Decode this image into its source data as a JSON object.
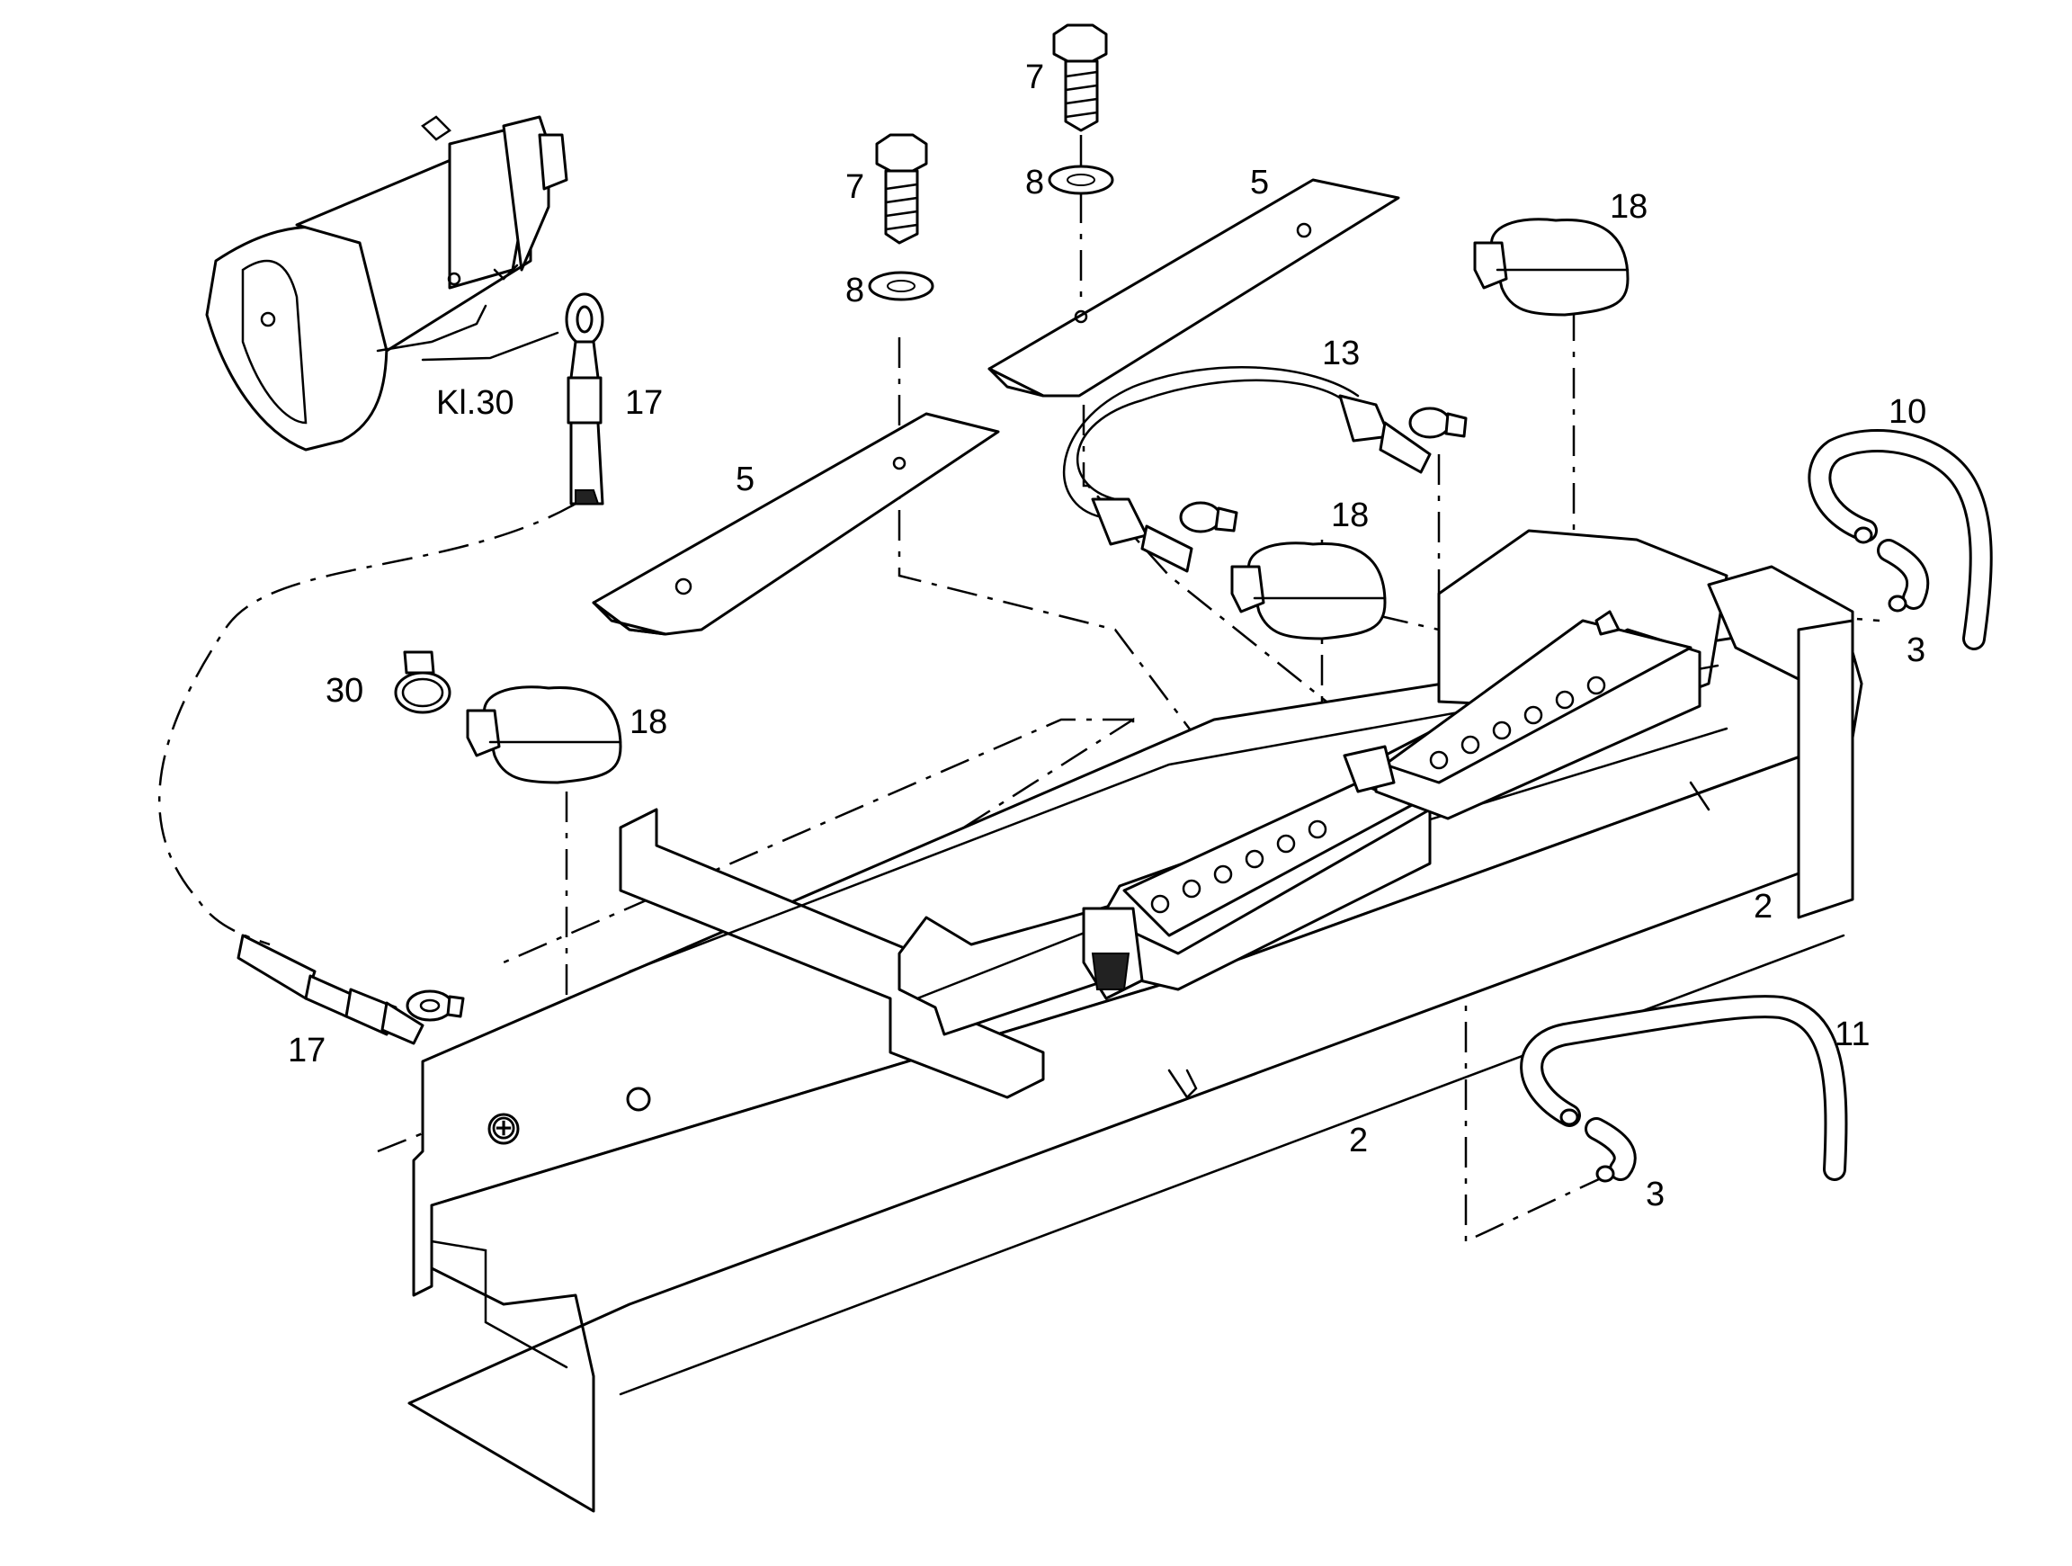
{
  "labels": {
    "battery": "2",
    "hose_connector_right": "3",
    "hose_connector_bottom": "3",
    "hold_down_rail_left": "5",
    "hold_down_rail_right": "5",
    "bolt_left": "7",
    "bolt_right": "7",
    "washer_left": "8",
    "washer_right": "8",
    "vent_hose_upper": "10",
    "vent_hose_lower": "11",
    "jumper_cable": "13",
    "starter_cable_upper": "17",
    "starter_cable_lower": "17",
    "terminal_cover_top": "18",
    "terminal_cover_middle": "18",
    "terminal_cover_left": "18",
    "cable_clamp": "30",
    "battery_lower_label": "2",
    "starter_terminal": "Kl.30",
    "ground_symbol": "⊕"
  },
  "colors": {
    "line": "#000000",
    "background": "#ffffff",
    "shade": "#d9d9d9"
  }
}
